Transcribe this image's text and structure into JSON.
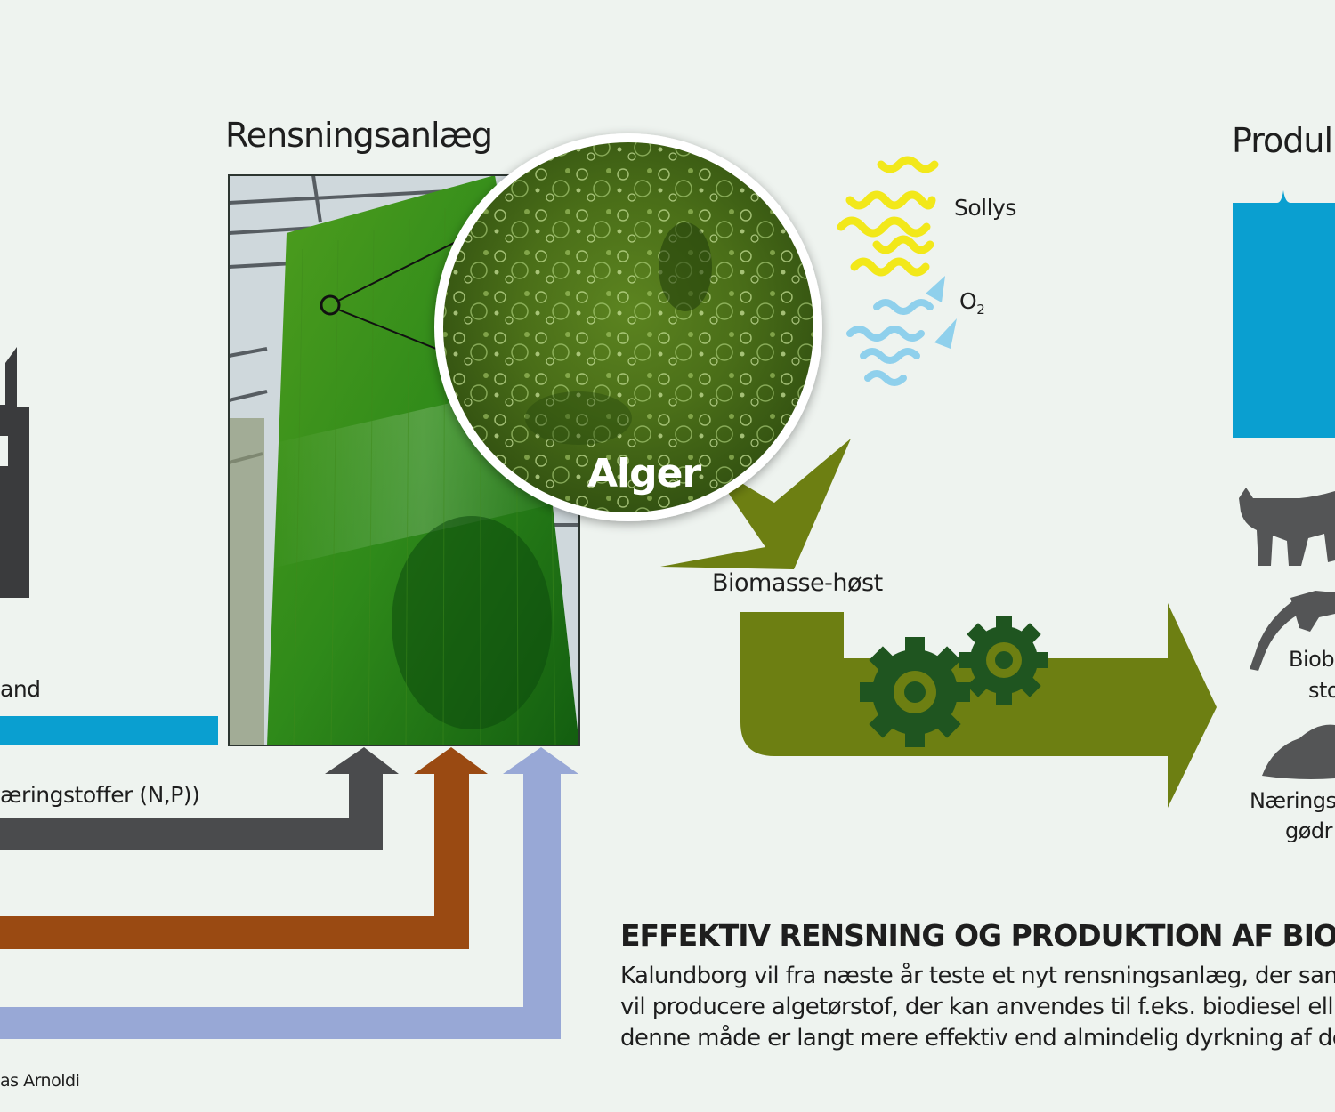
{
  "labels": {
    "plant_title": "Rensningsanlæg",
    "algae": "Alger",
    "sunlight": "Sollys",
    "oxygen": "O",
    "oxygen_sub": "2",
    "harvest": "Biomasse-høst",
    "products_title": "Produl",
    "water_partial": "and",
    "nutrients_partial": "æringstoffer (N,P))",
    "biofuel_line1": "Biob",
    "biofuel_line2": "sto",
    "fertilizer_line1": "Nærings",
    "fertilizer_line2": "gødr",
    "credit": "as Arnoldi"
  },
  "article": {
    "heading": "EFFEKTIV RENSNING OG PRODUKTION AF BIOMA",
    "line1": "Kalundborg vil fra næste år teste et nyt rensningsanlæg, der sam",
    "line2": "vil producere algetørstof, der kan anvendes til f.eks. biodiesel ell",
    "line3": "denne måde er langt mere effektiv end almindelig dyrkning af de"
  },
  "colors": {
    "background": "#eef3ef",
    "water_blue": "#0a9fd0",
    "dark_gray_arrow": "#4a4b4d",
    "brown_arrow": "#9a4a12",
    "lavender_arrow": "#98a8d6",
    "olive": "#6d7f12",
    "gear_green": "#1f5520",
    "sun_yellow": "#f2e81a",
    "oxygen_blue": "#8fd0ec",
    "factory": "#3a3b3d",
    "animal_gray": "#545556"
  },
  "icons": [
    "factory-icon",
    "sunlight-wave-icon",
    "oxygen-wave-icon",
    "gear-icon",
    "cow-icon",
    "fuel-nozzle-icon",
    "fertilizer-pile-icon"
  ]
}
